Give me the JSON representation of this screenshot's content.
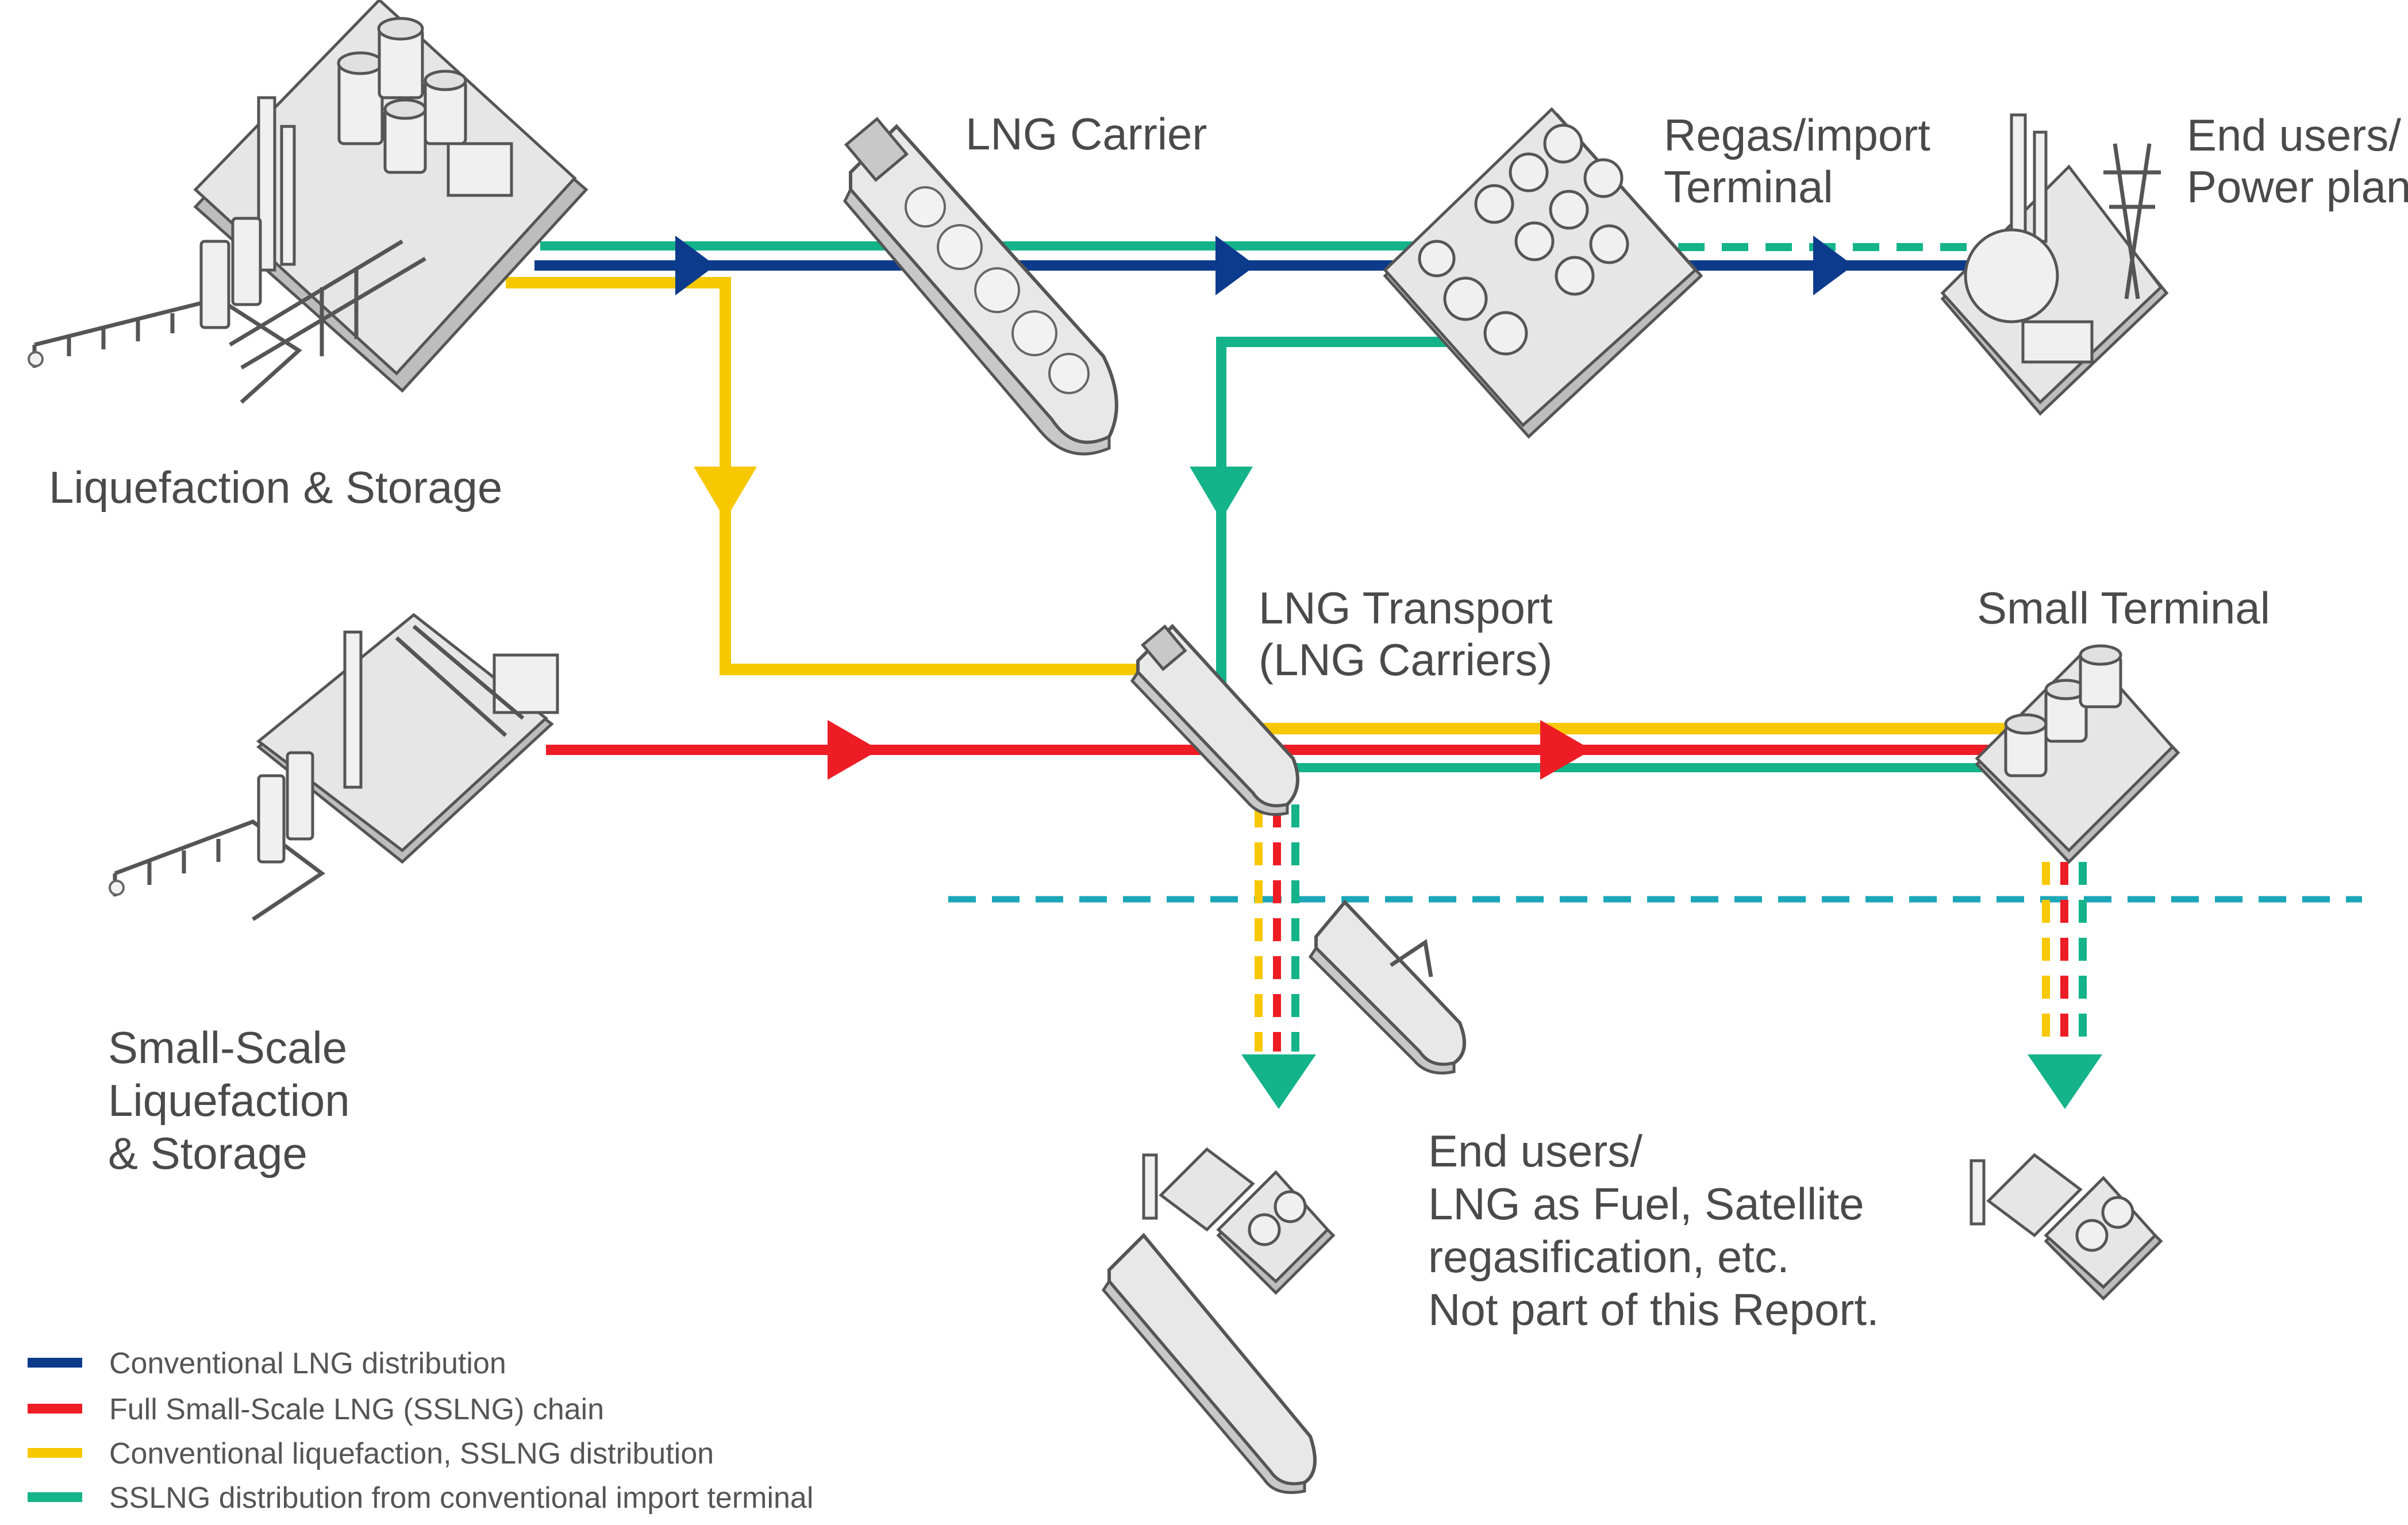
{
  "labels": {
    "liquefaction": "Liquefaction & Storage",
    "lng_carrier": "LNG Carrier",
    "regas_line1": "Regas/import",
    "regas_line2": "Terminal",
    "end_users_line1": "End users/",
    "end_users_line2": "Power plant",
    "lng_transport_line1": "LNG Transport",
    "lng_transport_line2": "(LNG Carriers)",
    "small_terminal": "Small Terminal",
    "small_scale_line1": "Small-Scale",
    "small_scale_line2": "Liquefaction",
    "small_scale_line3": "& Storage",
    "end_users_fuel_line1": "End users/",
    "end_users_fuel_line2": "LNG as Fuel, Satellite",
    "end_users_fuel_line3": "regasification, etc.",
    "end_users_fuel_line4": "Not part of this Report."
  },
  "legend": [
    {
      "label": "Conventional LNG distribution",
      "color": "#0d3b8c"
    },
    {
      "label": "Full Small-Scale LNG (SSLNG) chain",
      "color": "#ee1c25"
    },
    {
      "label": "Conventional liquefaction, SSLNG distribution",
      "color": "#f7c800"
    },
    {
      "label": "SSLNG distribution from conventional import terminal",
      "color": "#14b38a"
    }
  ],
  "colors": {
    "conventional": "#0d3b8c",
    "full_sslng": "#ee1c25",
    "conv_liq_sslng": "#f7c800",
    "import_terminal_sslng": "#14b38a",
    "boundary": "#1aa7b8"
  }
}
